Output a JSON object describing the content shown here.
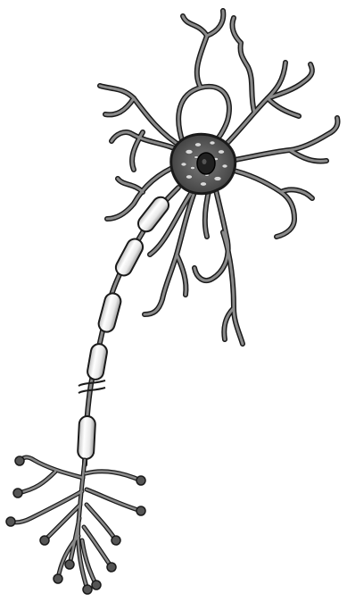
{
  "diagram": {
    "subject": "neuron",
    "style": "grayscale line illustration",
    "parts": [
      "dendrites",
      "cell-body",
      "nucleus",
      "axon",
      "myelin-sheath",
      "axon-terminals"
    ],
    "colors": {
      "background": "#ffffff",
      "outline": "#1a1a1a",
      "cell_fill": "#6e6e6e",
      "soma_fill": "#4a4a4a",
      "organelle_fill": "#d9d9d9",
      "nucleus_fill": "#202020",
      "myelin_fill": "#e6e6e6",
      "myelin_highlight": "#ffffff"
    }
  }
}
